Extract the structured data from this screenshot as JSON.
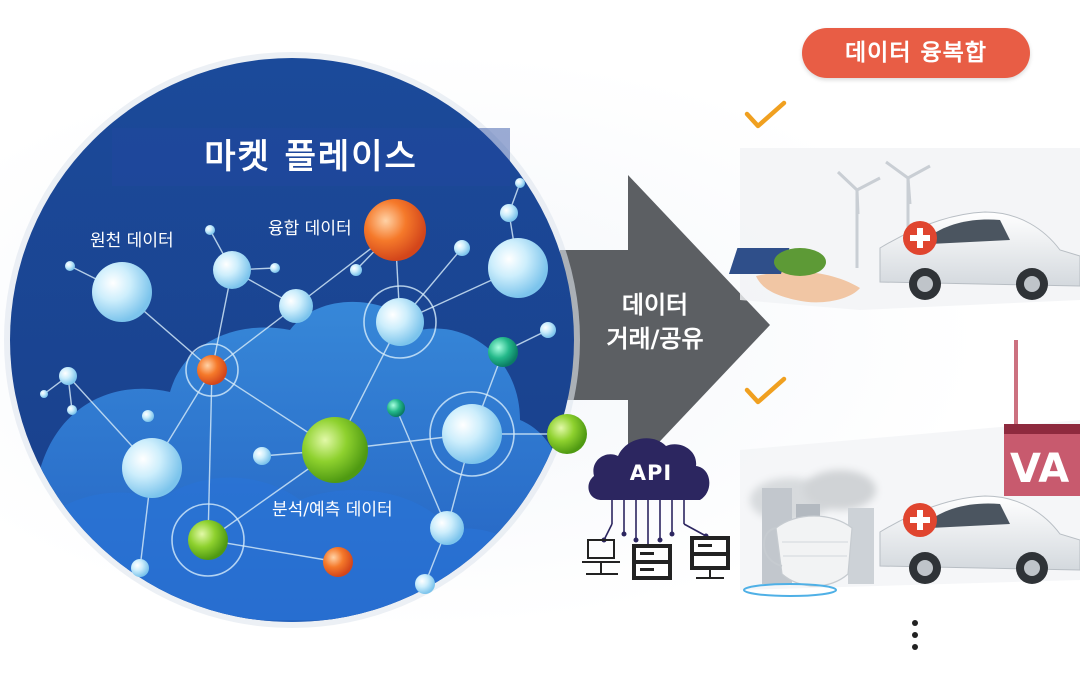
{
  "header": {
    "badge_label": "데이터 융복합"
  },
  "marketplace": {
    "title": "마켓 플레이스",
    "labels": {
      "nuclear_data": "원천 데이터",
      "fusion_data": "융합 데이터",
      "analysis_data": "분석/예측 데이터"
    }
  },
  "flow": {
    "arrow_line1": "데이터",
    "arrow_line2": "거래/공유",
    "api_label": "API"
  },
  "usecases": {
    "van_sign_text": "VA"
  },
  "colors": {
    "circle_dark": "#1c4a9c",
    "circle_light": "#2f7fd6",
    "node_light": "#a9dcf7",
    "node_orange": "#f07a2c",
    "node_green": "#7dc22a",
    "arrow_gray": "#5c5f63",
    "badge_red": "#e85d45",
    "check_orange": "#f0a020",
    "api_navy": "#2c2660"
  }
}
